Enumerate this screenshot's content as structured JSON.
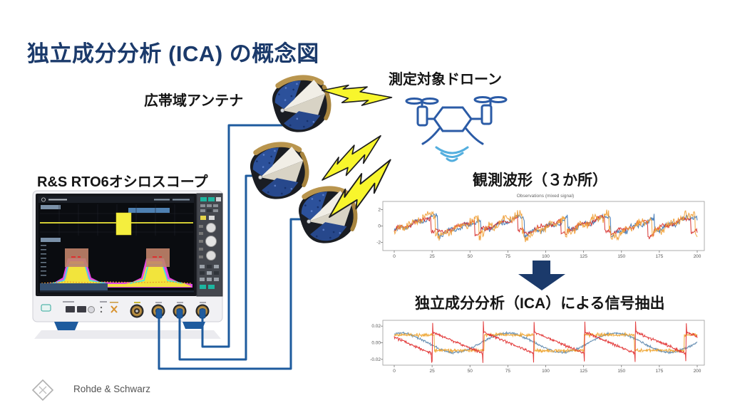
{
  "page": {
    "title": "独立成分分析 (ICA) の概念図",
    "background": "#ffffff"
  },
  "labels": {
    "antenna": "広帯域アンテナ",
    "drone": "測定対象ドローン",
    "oscilloscope": "R&S RTO6オシロスコープ",
    "observed_waveforms": "観測波形（３か所）",
    "ica_extraction": "独立成分分析（ICA）による信号抽出"
  },
  "footer": {
    "brand": "Rohde & Schwarz"
  },
  "colors": {
    "title_navy": "#1b3a6b",
    "cable_blue": "#1e5b9e",
    "bolt_yellow": "#f8f62c",
    "arrow_navy": "#1b3a6b",
    "drone_blue": "#2b5ba6",
    "wifi_blue": "#53aede",
    "antenna_foam_blue": "#2c519b",
    "antenna_gold": "#b9954e",
    "scope_trace_yellow": "#efe73a",
    "spectrum_magenta": "#e24ae2"
  },
  "icons": {
    "drone": "drone-outline-icon",
    "antenna": "horn-antenna-icon",
    "lightning": "lightning-bolt-icon",
    "arrow": "down-block-arrow-icon",
    "logo": "rohde-schwarz-diamond-icon"
  },
  "chart_data": [
    {
      "id": "observed-waveforms",
      "type": "line",
      "title": "Observations (mixed signal)",
      "x_range": [
        0,
        200
      ],
      "y_range": [
        -3,
        3
      ],
      "x_ticks": [
        0,
        25,
        50,
        75,
        100,
        125,
        150,
        175,
        200
      ],
      "y_ticks": [
        "2",
        "0",
        "-2"
      ],
      "grid": false,
      "legend": "none",
      "samples": 500,
      "description": "Three noisy mixed sensor signals (sawtooth-dominated mixtures) observed at the 3 antenna locations",
      "series": [
        {
          "name": "sensor-1",
          "color": "#3e76b4",
          "waveform": "mixture",
          "components": {
            "sawtooth": {
              "amp": 0.95,
              "period": 28.6,
              "phase": 0.0
            },
            "sine": {
              "amp": 0.22,
              "period": 11.1
            },
            "square": {
              "amp": 0.28,
              "period": 57.1
            }
          },
          "noise": 0.45,
          "offset": 0.1,
          "seed": 11
        },
        {
          "name": "sensor-2",
          "color": "#d62f2c",
          "waveform": "mixture",
          "components": {
            "sawtooth": {
              "amp": 0.9,
              "period": 28.6,
              "phase": 0.15
            },
            "sine": {
              "amp": 0.18,
              "period": 13.3
            },
            "square": {
              "amp": 0.22,
              "period": 57.1
            }
          },
          "noise": 0.42,
          "offset": -0.05,
          "seed": 29
        },
        {
          "name": "sensor-3",
          "color": "#f0a13a",
          "waveform": "mixture",
          "components": {
            "sawtooth": {
              "amp": 1.25,
              "period": 28.6,
              "phase": 0.05
            },
            "sine": {
              "amp": 0.25,
              "period": 10
            },
            "square": {
              "amp": 0.35,
              "period": 57.1
            }
          },
          "noise": 0.75,
          "offset": 0.05,
          "seed": 43
        }
      ]
    },
    {
      "id": "ica-extracted-signals",
      "type": "line",
      "title": "",
      "x_range": [
        0,
        200
      ],
      "y_range": [
        -0.027,
        0.027
      ],
      "x_ticks": [
        0,
        25,
        50,
        75,
        100,
        125,
        150,
        175,
        200
      ],
      "y_ticks": [
        "0.02",
        "0.00",
        "-0.02"
      ],
      "grid": false,
      "legend": "none",
      "samples": 640,
      "description": "Independent components recovered by ICA: sine, square and sawtooth source signals",
      "series": [
        {
          "name": "ica-sine",
          "color": "#5b87ad",
          "waveform": "sine",
          "amplitude": 0.0115,
          "period": 71,
          "phase": 1.2,
          "noise": 0.002,
          "seed": 3
        },
        {
          "name": "ica-square",
          "color": "#eea32d",
          "waveform": "square",
          "amplitude": 0.0095,
          "period": 66,
          "phase": 0.1,
          "noise": 0.003,
          "seed": 17
        },
        {
          "name": "ica-sawtooth",
          "color": "#e12f2f",
          "waveform": "sawtooth",
          "amplitude": 0.013,
          "period": 33.5,
          "phase": 0.25,
          "noise": 0.0025,
          "spike": 0.012,
          "seed": 31
        }
      ]
    }
  ]
}
